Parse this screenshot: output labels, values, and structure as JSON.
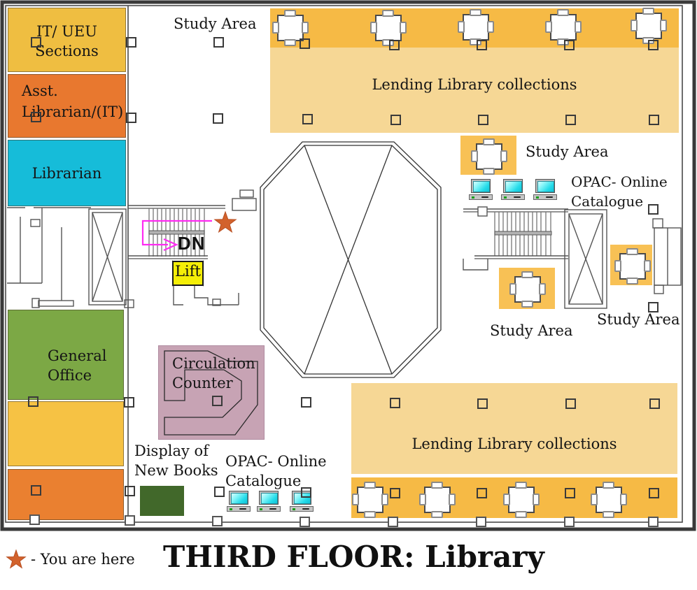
{
  "title": "THIRD FLOOR: Library",
  "legend": {
    "marker_text": "- You are here"
  },
  "rooms": {
    "it_ueu": "IT/ UEU Sections",
    "asst_librarian": "Asst. Librarian/(IT)",
    "librarian": "Librarian",
    "general_office": "General Office",
    "lift": "Lift",
    "stairs_down": "DN"
  },
  "areas": {
    "study_area": "Study Area",
    "lending_collections": "Lending Library collections",
    "opac": "OPAC- Online Catalogue",
    "circulation_counter": "Circulation Counter",
    "display_new_books": "Display of New Books"
  },
  "colors": {
    "room_yellow": "#efbe41",
    "room_orange": "#e8782f",
    "room_cyan": "#16bcd9",
    "room_green": "#7ca845",
    "display_dark_green": "#41682a",
    "counter_mauve": "#c7a3b4",
    "band_light_tan": "#f6d795",
    "band_orange": "#f6ba45",
    "study_square_yellow": "#f8c155",
    "lift_yellow": "#f4ee07",
    "star_orange_red": "#d2622c",
    "route_magenta": "#ff2bf2"
  }
}
